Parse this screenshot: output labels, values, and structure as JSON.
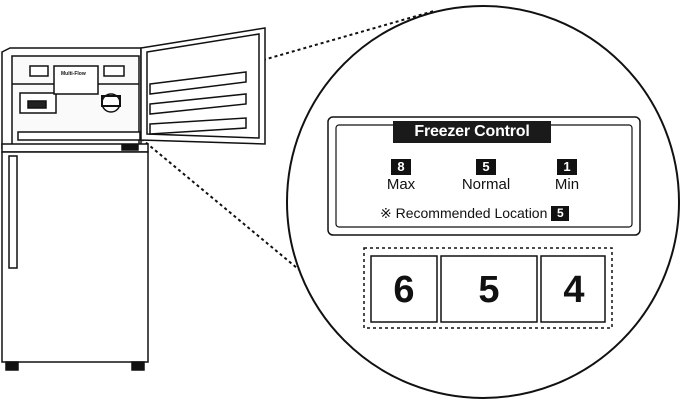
{
  "panel": {
    "title": "Freezer Control",
    "settings": [
      {
        "badge": "8",
        "label": "Max"
      },
      {
        "badge": "5",
        "label": "Normal"
      },
      {
        "badge": "1",
        "label": "Min"
      }
    ],
    "recommended_prefix": "※ Recommended Location",
    "recommended_value": "5"
  },
  "display": {
    "digits": [
      "6",
      "5",
      "4"
    ]
  },
  "fridge": {
    "shelf_label": "Multi-Flow"
  },
  "colors": {
    "ink": "#111111",
    "fill": "#ffffff"
  }
}
